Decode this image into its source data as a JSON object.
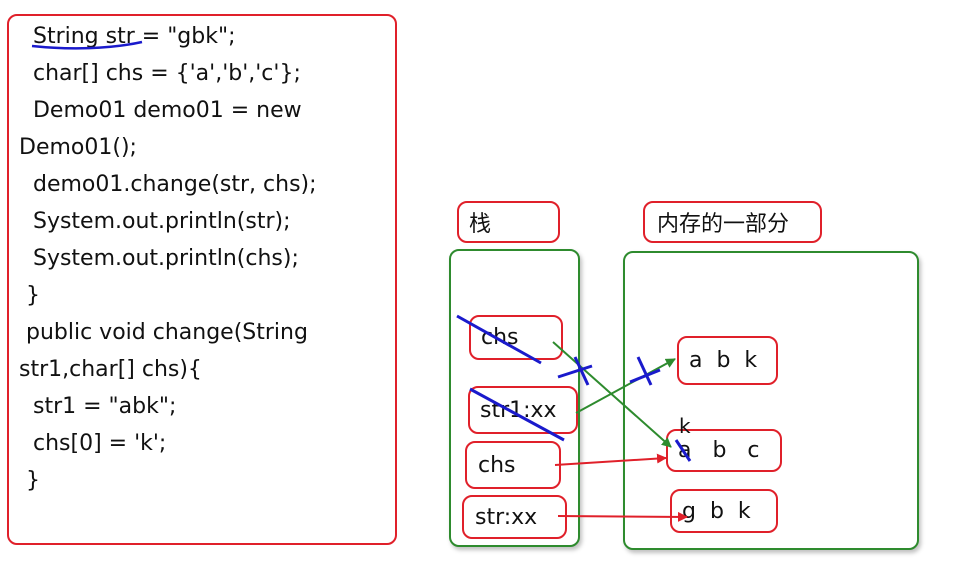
{
  "code": {
    "lines": [
      "  String str = \"gbk\";",
      "  char[] chs = {'a','b','c'};",
      "  Demo01 demo01 = new",
      "Demo01();",
      "  demo01.change(str, chs);",
      "  System.out.println(str);",
      "  System.out.println(chs);",
      " }",
      " public void change(String",
      "str1,char[] chs){",
      "  str1 = \"abk\";",
      "  chs[0] = 'k';",
      " }"
    ]
  },
  "stack": {
    "title": "栈",
    "cells": [
      "chs",
      "str1:xx",
      "chs",
      "str:xx"
    ]
  },
  "heap": {
    "title": "内存的一部分",
    "arrays": [
      "a  b  k",
      "a   b   c",
      "g  b  k"
    ],
    "modified_char": "k"
  },
  "colors": {
    "box_border": "#e0202a",
    "container_border": "#2e8b2e",
    "arrow_green": "#2e8b2e",
    "arrow_red": "#e0202a",
    "annotation_blue": "#1a1acc"
  }
}
